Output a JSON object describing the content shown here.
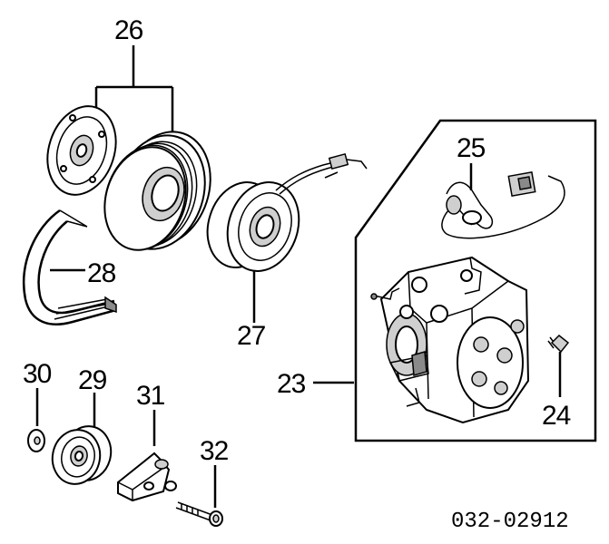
{
  "diagram": {
    "callouts": {
      "p26": "26",
      "p25": "25",
      "p28": "28",
      "p27": "27",
      "p23": "23",
      "p24": "24",
      "p30": "30",
      "p29": "29",
      "p31": "31",
      "p32": "32"
    },
    "diagram_code": "032-02912"
  }
}
